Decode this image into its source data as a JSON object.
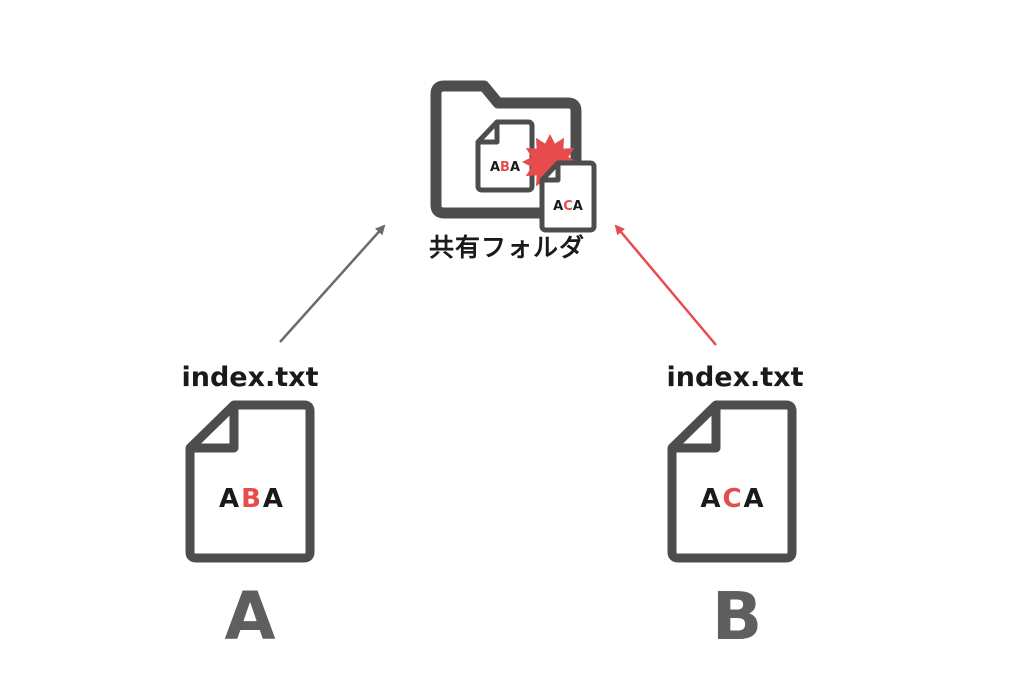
{
  "colors": {
    "outline": "#4d4d4d",
    "text_dark": "#1a1a1a",
    "accent_red": "#e74c4c",
    "arrow_gray": "#6b6b6b",
    "user_label": "#5f5f5f"
  },
  "folder": {
    "caption": "共有フォルダ",
    "back_doc": {
      "left": "A",
      "middle": "B",
      "right": "A"
    },
    "front_doc": {
      "left": "A",
      "middle": "C",
      "right": "A"
    }
  },
  "file_a": {
    "name": "index.txt",
    "content": {
      "left": "A",
      "middle": "B",
      "right": "A"
    },
    "user": "A"
  },
  "file_b": {
    "name": "index.txt",
    "content": {
      "left": "A",
      "middle": "C",
      "right": "A"
    },
    "user": "B"
  },
  "icons": [
    "folder-icon",
    "document-icon",
    "conflict-burst-icon",
    "upload-arrow-icon"
  ]
}
